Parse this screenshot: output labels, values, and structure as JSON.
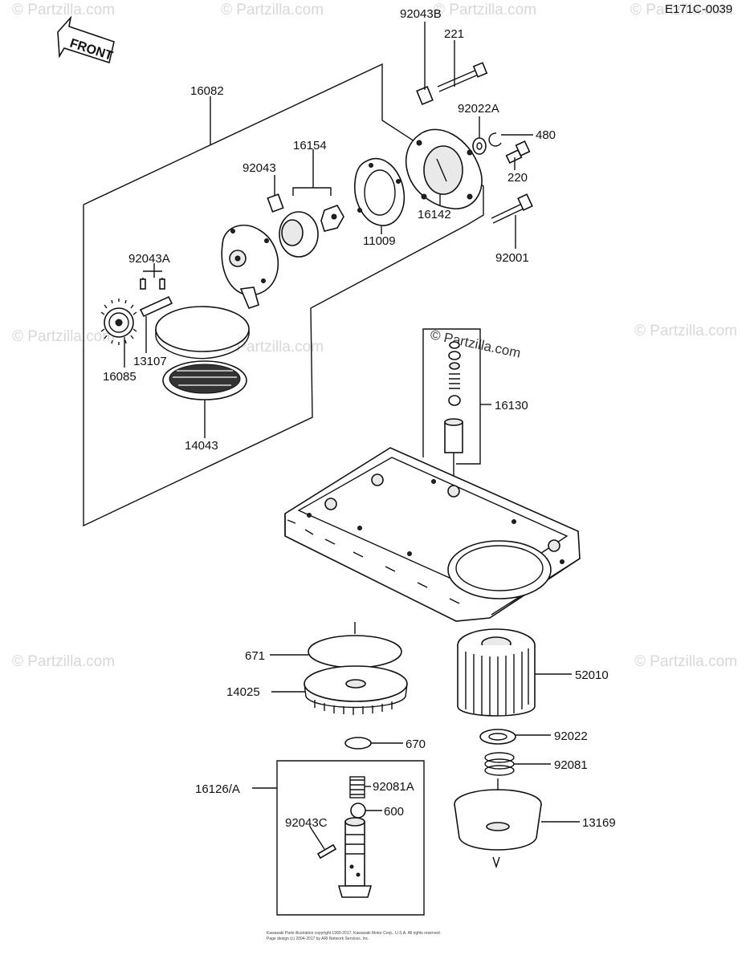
{
  "diagram_code": "E171C-0039",
  "front_label": "FRONT",
  "watermark": "© Partzilla.com",
  "parts": {
    "p16082": "16082",
    "p92043B": "92043B",
    "p221": "221",
    "p92022A": "92022A",
    "p480": "480",
    "p220": "220",
    "p92043": "92043",
    "p16154": "16154",
    "p16142": "16142",
    "p11009": "11009",
    "p92001": "92001",
    "p92043A": "92043A",
    "p13107": "13107",
    "p16085": "16085",
    "p14043": "14043",
    "p16130": "16130",
    "p671": "671",
    "p14025": "14025",
    "p52010": "52010",
    "p670": "670",
    "p92022": "92022",
    "p92081": "92081",
    "p16126A": "16126/A",
    "p92081A": "92081A",
    "p600": "600",
    "p92043C": "92043C",
    "p13169": "13169"
  },
  "footer": {
    "line1": "Kawasaki Parts illustration copyright 1993-2017, Kawasaki Motor Corp., U.S.A. All rights reserved.",
    "line2": "Page design (c) 2004-2017 by ARI Network Services, Inc."
  }
}
